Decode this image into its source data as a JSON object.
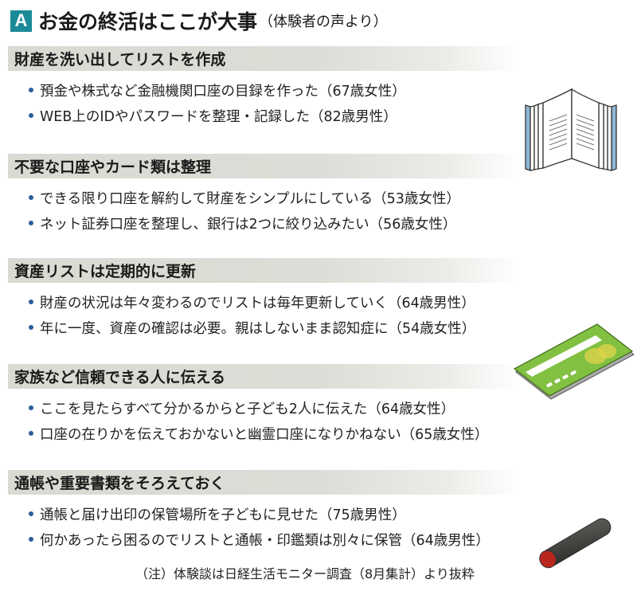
{
  "header": {
    "badge": "A",
    "title": "お金の終活はここが大事",
    "subtitle": "（体験者の声より）"
  },
  "sections": [
    {
      "title": "財産を洗い出してリストを作成",
      "items": [
        "預金や株式など金融機関口座の目録を作った（67歳女性）",
        "WEB上のIDやパスワードを整理・記録した（82歳男性）"
      ]
    },
    {
      "title": "不要な口座やカード類は整理",
      "items": [
        "できる限り口座を解約して財産をシンプルにしている（53歳女性）",
        "ネット証券口座を整理し、銀行は2つに絞り込みたい（56歳女性）"
      ]
    },
    {
      "title": "資産リストは定期的に更新",
      "items": [
        "財産の状況は年々変わるのでリストは毎年更新していく（64歳男性）",
        "年に一度、資産の確認は必要。親はしないまま認知症に（54歳女性）"
      ]
    },
    {
      "title": "家族など信頼できる人に伝える",
      "items": [
        "ここを見たらすべて分かるからと子ども2人に伝えた（64歳女性）",
        "口座の在りかを伝えておかないと幽霊口座になりかねない（65歳女性）"
      ]
    },
    {
      "title": "通帳や重要書類をそろえておく",
      "items": [
        "通帳と届け出印の保管場所を子どもに見せた（75歳男性）",
        "何かあったら困るのでリストと通帳・印鑑類は別々に保管（64歳男性）"
      ]
    }
  ],
  "note": "（注）体験談は日経生活モニター調査（8月集計）より抜粋",
  "illustrations": {
    "book": "open-book-icon",
    "card": "bank-card-icon",
    "seal": "personal-seal-icon"
  },
  "colors": {
    "badge": "#1b8a97",
    "bullet": "#2c5d99",
    "section_bar": "#dad9d2",
    "card_green": "#7cbf3f",
    "seal_red": "#b8261e"
  }
}
